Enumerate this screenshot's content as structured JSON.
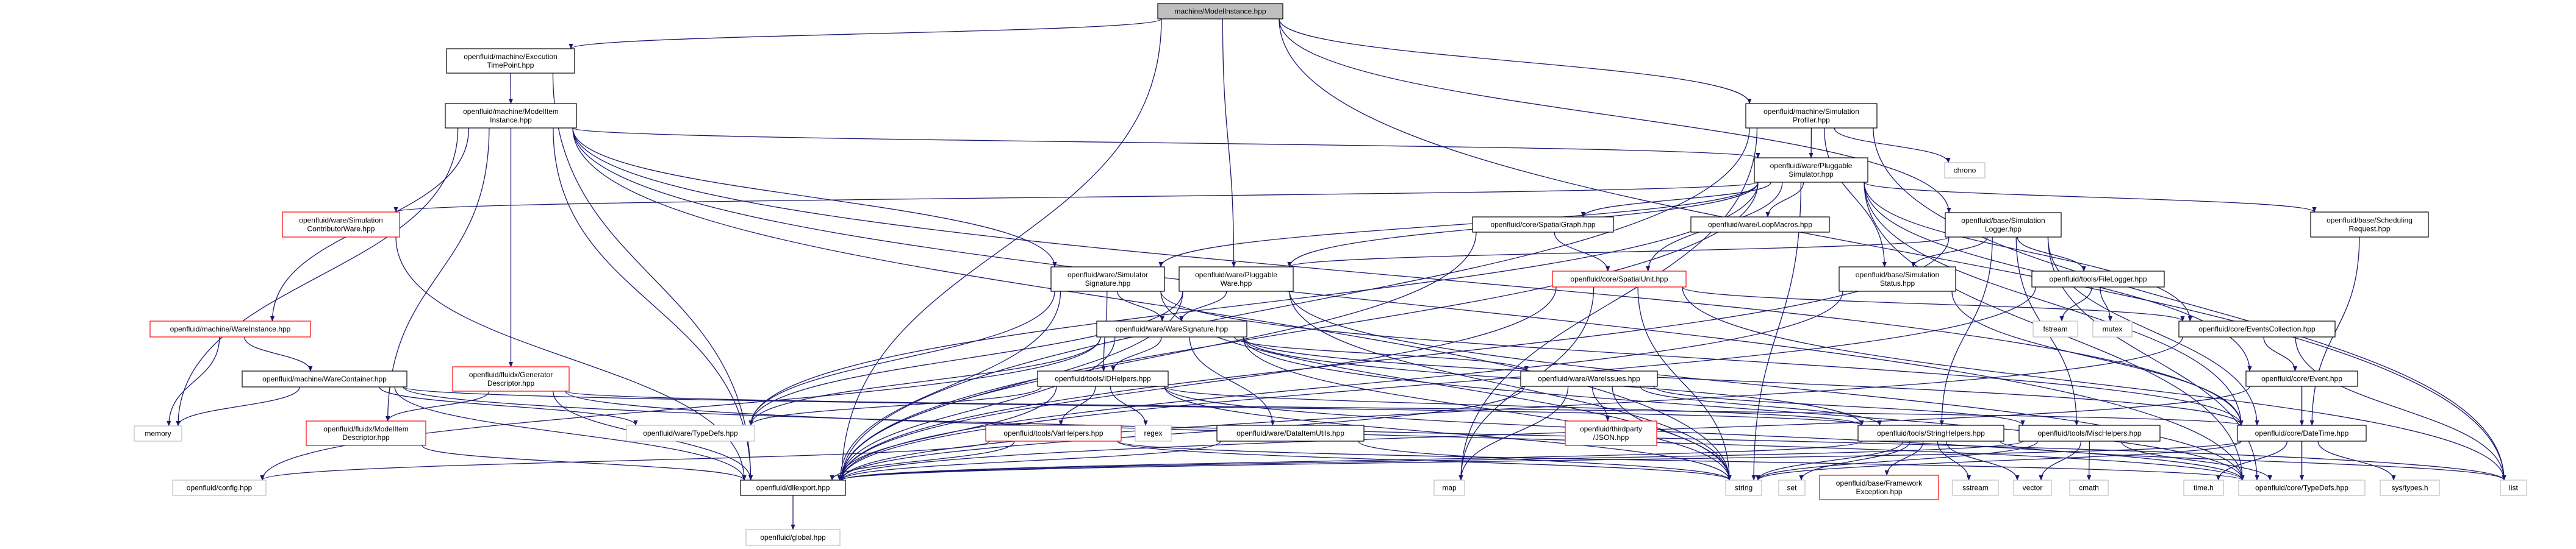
{
  "colors": {
    "edge": "#191970",
    "root_fill": "#bfbfbf",
    "node_border": "#000000",
    "truncated_border": "#ff0000",
    "external_border": "#bfbfbf"
  },
  "nodes": {
    "root": {
      "lines": [
        "machine/ModelInstance.hpp"
      ],
      "kind": "root"
    },
    "etp": {
      "lines": [
        "openfluid/machine/Execution",
        "TimePoint.hpp"
      ],
      "kind": "normal"
    },
    "mii": {
      "lines": [
        "openfluid/machine/ModelItem",
        "Instance.hpp"
      ],
      "kind": "normal"
    },
    "simprof": {
      "lines": [
        "openfluid/machine/Simulation",
        "Profiler.hpp"
      ],
      "kind": "normal"
    },
    "plugsim": {
      "lines": [
        "openfluid/ware/Pluggable",
        "Simulator.hpp"
      ],
      "kind": "normal"
    },
    "chrono": {
      "lines": [
        "chrono"
      ],
      "kind": "ext"
    },
    "simcontrib": {
      "lines": [
        "openfluid/ware/Simulation",
        "ContributorWare.hpp"
      ],
      "kind": "red"
    },
    "spgraph": {
      "lines": [
        "openfluid/core/SpatialGraph.hpp"
      ],
      "kind": "normal"
    },
    "loopmacros": {
      "lines": [
        "openfluid/ware/LoopMacros.hpp"
      ],
      "kind": "normal"
    },
    "simlogger": {
      "lines": [
        "openfluid/base/Simulation",
        "Logger.hpp"
      ],
      "kind": "normal"
    },
    "schedreq": {
      "lines": [
        "openfluid/base/Scheduling",
        "Request.hpp"
      ],
      "kind": "normal"
    },
    "wareinst": {
      "lines": [
        "openfluid/machine/WareInstance.hpp"
      ],
      "kind": "red"
    },
    "simsig": {
      "lines": [
        "openfluid/ware/Simulator",
        "Signature.hpp"
      ],
      "kind": "normal"
    },
    "plugware": {
      "lines": [
        "openfluid/ware/Pluggable",
        "Ware.hpp"
      ],
      "kind": "normal"
    },
    "spunit": {
      "lines": [
        "openfluid/core/SpatialUnit.hpp"
      ],
      "kind": "red"
    },
    "simstatus": {
      "lines": [
        "openfluid/base/Simulation",
        "Status.hpp"
      ],
      "kind": "normal"
    },
    "filelogger": {
      "lines": [
        "openfluid/tools/FileLogger.hpp"
      ],
      "kind": "normal"
    },
    "waresig": {
      "lines": [
        "openfluid/ware/WareSignature.hpp"
      ],
      "kind": "normal"
    },
    "warecont": {
      "lines": [
        "openfluid/machine/WareContainer.hpp"
      ],
      "kind": "normal"
    },
    "gendesc": {
      "lines": [
        "openfluid/fluidx/Generator",
        "Descriptor.hpp"
      ],
      "kind": "red"
    },
    "fstream": {
      "lines": [
        "fstream"
      ],
      "kind": "ext"
    },
    "mutex": {
      "lines": [
        "mutex"
      ],
      "kind": "ext"
    },
    "evcoll": {
      "lines": [
        "openfluid/core/EventsCollection.hpp"
      ],
      "kind": "normal"
    },
    "idhelpers": {
      "lines": [
        "openfluid/tools/IDHelpers.hpp"
      ],
      "kind": "normal"
    },
    "wareissues": {
      "lines": [
        "openfluid/ware/WareIssues.hpp"
      ],
      "kind": "normal"
    },
    "event": {
      "lines": [
        "openfluid/core/Event.hpp"
      ],
      "kind": "normal"
    },
    "midesc": {
      "lines": [
        "openfluid/fluidx/ModelItem",
        "Descriptor.hpp"
      ],
      "kind": "red"
    },
    "memory": {
      "lines": [
        "memory"
      ],
      "kind": "ext"
    },
    "waretypedefs": {
      "lines": [
        "openfluid/ware/TypeDefs.hpp"
      ],
      "kind": "ext"
    },
    "varhelpers": {
      "lines": [
        "openfluid/tools/VarHelpers.hpp"
      ],
      "kind": "red"
    },
    "regex": {
      "lines": [
        "regex"
      ],
      "kind": "ext"
    },
    "dataitem": {
      "lines": [
        "openfluid/ware/DataItemUtils.hpp"
      ],
      "kind": "normal"
    },
    "json": {
      "lines": [
        "openfluid/thirdparty",
        "/JSON.hpp"
      ],
      "kind": "red"
    },
    "strhelpers": {
      "lines": [
        "openfluid/tools/StringHelpers.hpp"
      ],
      "kind": "normal"
    },
    "mischelpers": {
      "lines": [
        "openfluid/tools/MiscHelpers.hpp"
      ],
      "kind": "normal"
    },
    "datetime": {
      "lines": [
        "openfluid/core/DateTime.hpp"
      ],
      "kind": "normal"
    },
    "config": {
      "lines": [
        "openfluid/config.hpp"
      ],
      "kind": "ext"
    },
    "dllexport": {
      "lines": [
        "openfluid/dllexport.hpp"
      ],
      "kind": "normal"
    },
    "map": {
      "lines": [
        "map"
      ],
      "kind": "ext"
    },
    "string": {
      "lines": [
        "string"
      ],
      "kind": "ext"
    },
    "set": {
      "lines": [
        "set"
      ],
      "kind": "ext"
    },
    "fwexc": {
      "lines": [
        "openfluid/base/Framework",
        "Exception.hpp"
      ],
      "kind": "red"
    },
    "sstream": {
      "lines": [
        "sstream"
      ],
      "kind": "ext"
    },
    "vector": {
      "lines": [
        "vector"
      ],
      "kind": "ext"
    },
    "cmath": {
      "lines": [
        "cmath"
      ],
      "kind": "ext"
    },
    "timeh": {
      "lines": [
        "time.h"
      ],
      "kind": "ext"
    },
    "coretypedefs": {
      "lines": [
        "openfluid/core/TypeDefs.hpp"
      ],
      "kind": "ext"
    },
    "systypes": {
      "lines": [
        "sys/types.h"
      ],
      "kind": "ext"
    },
    "list": {
      "lines": [
        "list"
      ],
      "kind": "ext"
    },
    "global": {
      "lines": [
        "openfluid/global.hpp"
      ],
      "kind": "ext"
    }
  },
  "edges": [
    [
      "root",
      "etp"
    ],
    [
      "root",
      "simprof"
    ],
    [
      "root",
      "simlogger"
    ],
    [
      "root",
      "plugware"
    ],
    [
      "root",
      "dllexport"
    ],
    [
      "root",
      "list"
    ],
    [
      "etp",
      "mii"
    ],
    [
      "etp",
      "dllexport"
    ],
    [
      "mii",
      "wareinst"
    ],
    [
      "mii",
      "gendesc"
    ],
    [
      "mii",
      "midesc"
    ],
    [
      "mii",
      "memory"
    ],
    [
      "mii",
      "dllexport"
    ],
    [
      "mii",
      "simsig"
    ],
    [
      "mii",
      "plugsim"
    ],
    [
      "mii",
      "string"
    ],
    [
      "mii",
      "datetime"
    ],
    [
      "mii",
      "coretypedefs"
    ],
    [
      "simprof",
      "plugsim"
    ],
    [
      "simprof",
      "chrono"
    ],
    [
      "simprof",
      "simstatus"
    ],
    [
      "simprof",
      "dllexport"
    ],
    [
      "simprof",
      "map"
    ],
    [
      "simprof",
      "list"
    ],
    [
      "plugsim",
      "simcontrib"
    ],
    [
      "plugsim",
      "spgraph"
    ],
    [
      "plugsim",
      "loopmacros"
    ],
    [
      "plugsim",
      "schedreq"
    ],
    [
      "plugsim",
      "spunit"
    ],
    [
      "plugsim",
      "plugware"
    ],
    [
      "plugsim",
      "simsig"
    ],
    [
      "plugsim",
      "evcoll"
    ],
    [
      "plugsim",
      "event"
    ],
    [
      "plugsim",
      "datetime"
    ],
    [
      "plugsim",
      "coretypedefs"
    ],
    [
      "plugsim",
      "string"
    ],
    [
      "plugsim",
      "dllexport"
    ],
    [
      "plugsim",
      "waretypedefs"
    ],
    [
      "simcontrib",
      "dllexport"
    ],
    [
      "spgraph",
      "spunit"
    ],
    [
      "spgraph",
      "dllexport"
    ],
    [
      "simlogger",
      "simstatus"
    ],
    [
      "simlogger",
      "filelogger"
    ],
    [
      "simlogger",
      "datetime"
    ],
    [
      "simlogger",
      "coretypedefs"
    ],
    [
      "simlogger",
      "dllexport"
    ],
    [
      "simlogger",
      "plugware"
    ],
    [
      "simlogger",
      "mischelpers"
    ],
    [
      "simlogger",
      "strhelpers"
    ],
    [
      "schedreq",
      "datetime"
    ],
    [
      "wareinst",
      "memory"
    ],
    [
      "wareinst",
      "warecont"
    ],
    [
      "warecont",
      "memory"
    ],
    [
      "warecont",
      "dllexport"
    ],
    [
      "warecont",
      "waretypedefs"
    ],
    [
      "warecont",
      "strhelpers"
    ],
    [
      "warecont",
      "list"
    ],
    [
      "gendesc",
      "midesc"
    ],
    [
      "gendesc",
      "dllexport"
    ],
    [
      "gendesc",
      "datetime"
    ],
    [
      "gendesc",
      "coretypedefs"
    ],
    [
      "midesc",
      "dllexport"
    ],
    [
      "simsig",
      "waresig"
    ],
    [
      "simsig",
      "idhelpers"
    ],
    [
      "simsig",
      "dllexport"
    ],
    [
      "simsig",
      "waretypedefs"
    ],
    [
      "simsig",
      "datetime"
    ],
    [
      "simsig",
      "string"
    ],
    [
      "plugware",
      "waresig"
    ],
    [
      "plugware",
      "dllexport"
    ],
    [
      "plugware",
      "waretypedefs"
    ],
    [
      "plugware",
      "string"
    ],
    [
      "plugware",
      "coretypedefs"
    ],
    [
      "spunit",
      "map"
    ],
    [
      "spunit",
      "string"
    ],
    [
      "spunit",
      "evcoll"
    ],
    [
      "spunit",
      "dllexport"
    ],
    [
      "spunit",
      "list"
    ],
    [
      "simstatus",
      "datetime"
    ],
    [
      "simstatus",
      "dllexport"
    ],
    [
      "filelogger",
      "fstream"
    ],
    [
      "filelogger",
      "mutex"
    ],
    [
      "filelogger",
      "dllexport"
    ],
    [
      "waresig",
      "idhelpers"
    ],
    [
      "waresig",
      "dataitem"
    ],
    [
      "waresig",
      "wareissues"
    ],
    [
      "waresig",
      "dllexport"
    ],
    [
      "waresig",
      "waretypedefs"
    ],
    [
      "waresig",
      "config"
    ],
    [
      "waresig",
      "strhelpers"
    ],
    [
      "waresig",
      "datetime"
    ],
    [
      "waresig",
      "coretypedefs"
    ],
    [
      "waresig",
      "string"
    ],
    [
      "evcoll",
      "event"
    ],
    [
      "evcoll",
      "list"
    ],
    [
      "evcoll",
      "dllexport"
    ],
    [
      "event",
      "datetime"
    ],
    [
      "event",
      "coretypedefs"
    ],
    [
      "event",
      "dllexport"
    ],
    [
      "idhelpers",
      "varhelpers"
    ],
    [
      "idhelpers",
      "regex"
    ],
    [
      "idhelpers",
      "dllexport"
    ],
    [
      "idhelpers",
      "waretypedefs"
    ],
    [
      "idhelpers",
      "string"
    ],
    [
      "idhelpers",
      "strhelpers"
    ],
    [
      "idhelpers",
      "coretypedefs"
    ],
    [
      "wareissues",
      "json"
    ],
    [
      "wareissues",
      "map"
    ],
    [
      "wareissues",
      "string"
    ],
    [
      "wareissues",
      "strhelpers"
    ],
    [
      "wareissues",
      "dllexport"
    ],
    [
      "wareissues",
      "mischelpers"
    ],
    [
      "varhelpers",
      "dllexport"
    ],
    [
      "varhelpers",
      "string"
    ],
    [
      "varhelpers",
      "coretypedefs"
    ],
    [
      "varhelpers",
      "config"
    ],
    [
      "dataitem",
      "dllexport"
    ],
    [
      "dataitem",
      "string"
    ],
    [
      "strhelpers",
      "string"
    ],
    [
      "strhelpers",
      "set"
    ],
    [
      "strhelpers",
      "fwexc"
    ],
    [
      "strhelpers",
      "sstream"
    ],
    [
      "strhelpers",
      "vector"
    ],
    [
      "strhelpers",
      "dllexport"
    ],
    [
      "strhelpers",
      "list"
    ],
    [
      "mischelpers",
      "vector"
    ],
    [
      "mischelpers",
      "cmath"
    ],
    [
      "mischelpers",
      "string"
    ],
    [
      "mischelpers",
      "coretypedefs"
    ],
    [
      "mischelpers",
      "dllexport"
    ],
    [
      "datetime",
      "timeh"
    ],
    [
      "datetime",
      "coretypedefs"
    ],
    [
      "datetime",
      "systypes"
    ],
    [
      "datetime",
      "dllexport"
    ],
    [
      "datetime",
      "string"
    ],
    [
      "dllexport",
      "global"
    ]
  ]
}
